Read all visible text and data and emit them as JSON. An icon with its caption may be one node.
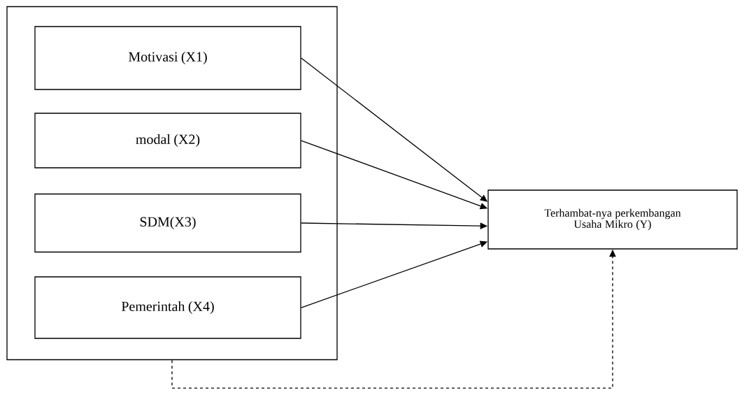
{
  "diagram": {
    "nodes": [
      {
        "text": [],
        "shape": "box"
      },
      {
        "text": [
          "Motivasi (X1)"
        ],
        "in": 0
      },
      {
        "text": [
          "modal (X2)"
        ],
        "in": 0
      },
      {
        "text": [
          "SDM(X3)"
        ],
        "in": 0
      },
      {
        "text": [
          "Pemerintah (X4)"
        ],
        "in": 0
      },
      {
        "text": [
          "Terhambat-nya perkembangan Usaha Mikro (Y)"
        ]
      }
    ],
    "edges": [
      {
        "from": 1,
        "to": 5,
        "arrow": "to"
      },
      {
        "from": 2,
        "to": 5,
        "arrow": "to"
      },
      {
        "from": 3,
        "to": 5,
        "arrow": "to"
      },
      {
        "from": 4,
        "to": 5,
        "arrow": "to"
      },
      {
        "from": 0,
        "to": 5,
        "arrow": "to",
        "style": "dashed"
      }
    ]
  }
}
